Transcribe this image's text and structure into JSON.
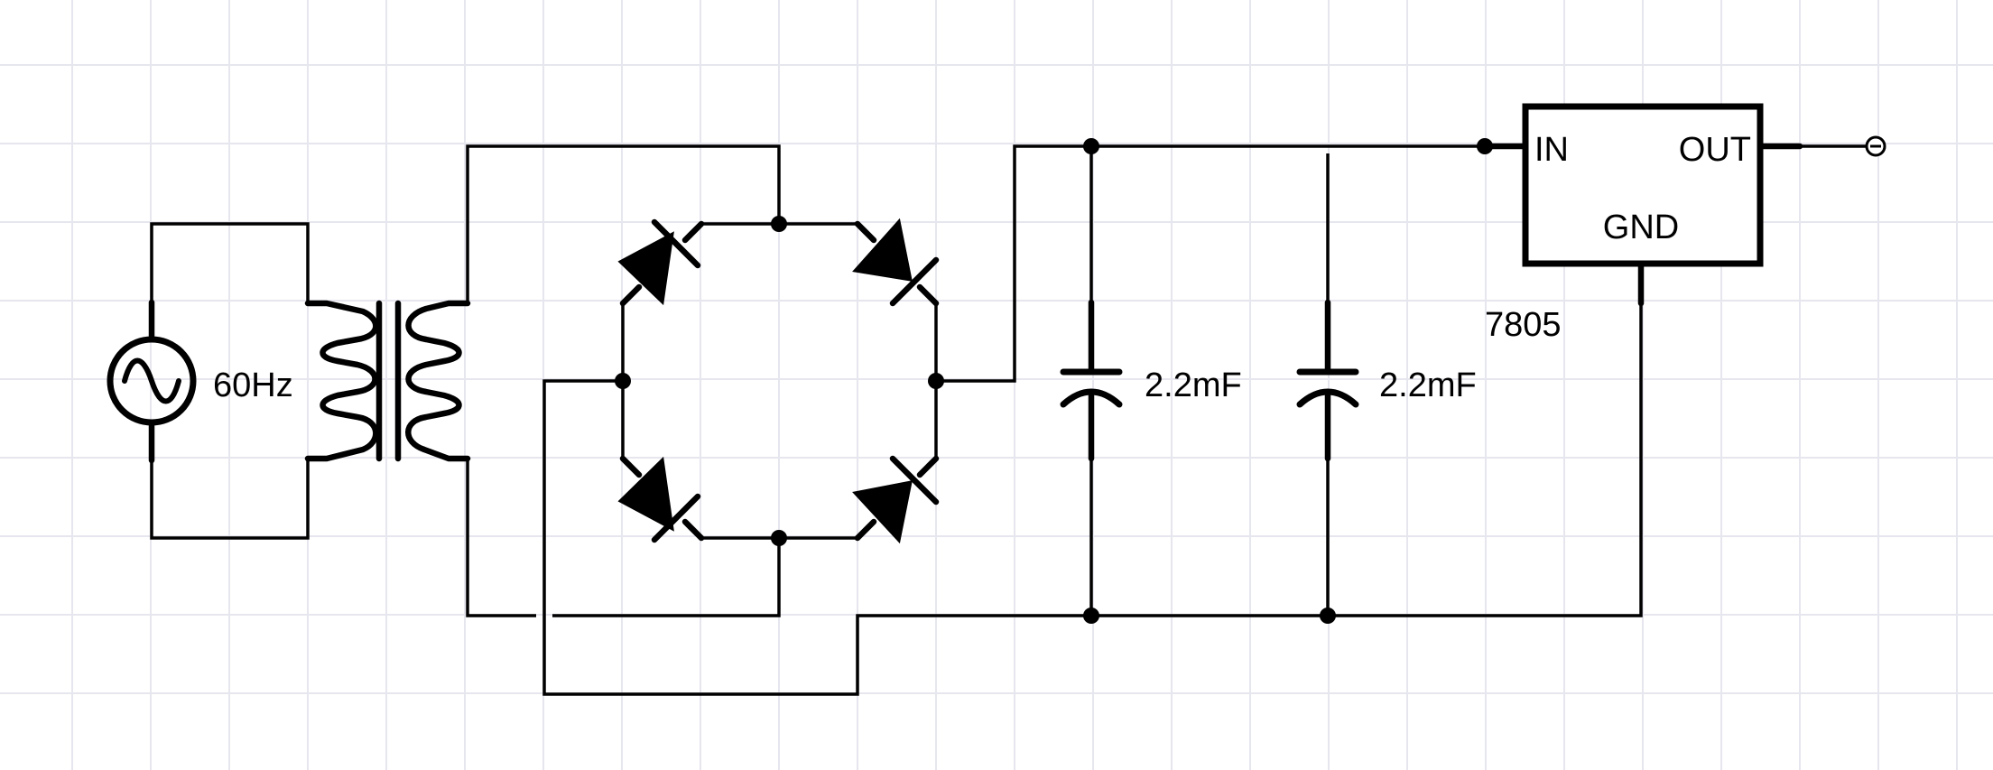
{
  "source": {
    "frequency_label": "60Hz"
  },
  "capacitors": [
    {
      "value_label": "2.2mF"
    },
    {
      "value_label": "2.2mF"
    }
  ],
  "regulator": {
    "part_label": "7805",
    "pins": {
      "in": "IN",
      "out": "OUT",
      "gnd": "GND"
    }
  },
  "colors": {
    "grid": "#e6e6ee",
    "line": "#000000",
    "background": "#ffffff"
  }
}
